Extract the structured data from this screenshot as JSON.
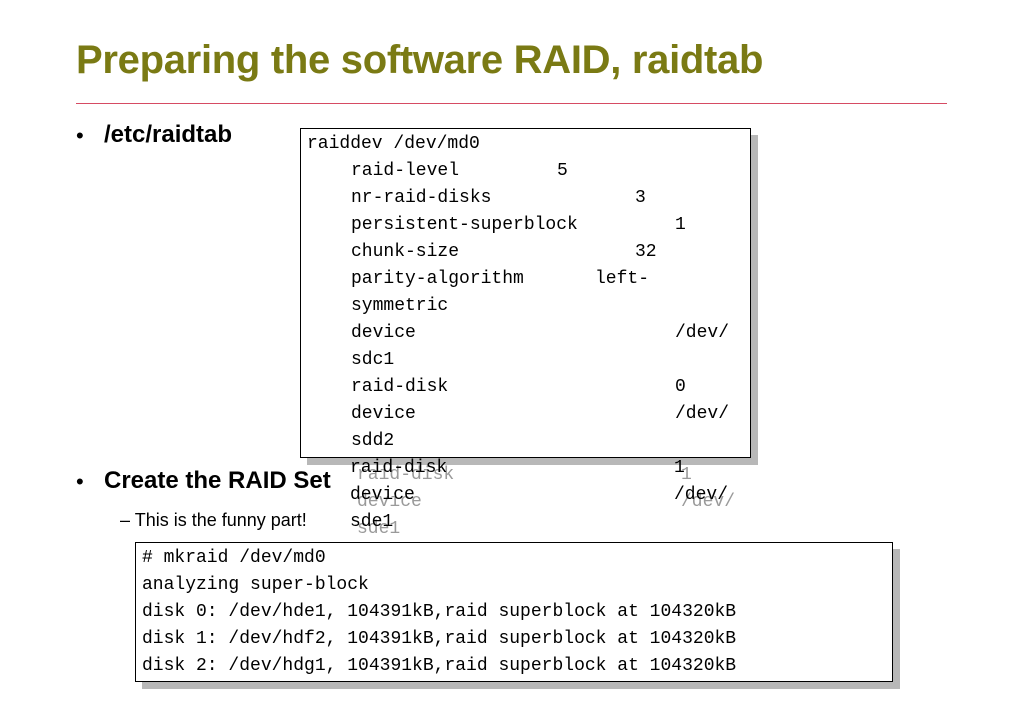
{
  "slide": {
    "title": "Preparing the software RAID, raidtab",
    "bullets": [
      {
        "text": "/etc/raidtab"
      },
      {
        "text": "Create the RAID Set"
      }
    ],
    "sub_bullet_dash": "–",
    "sub_bullet": "This is the funny part!"
  },
  "raidtab": {
    "lines": [
      {
        "k": "raiddev /dev/md0",
        "v": ""
      },
      {
        "k": "raid-level",
        "v": "5"
      },
      {
        "k": "nr-raid-disks",
        "v": "3"
      },
      {
        "k": "persistent-superblock",
        "v": "1"
      },
      {
        "k": "chunk-size",
        "v": "32"
      },
      {
        "k": "parity-algorithm",
        "v": "left-"
      },
      {
        "k": "symmetric",
        "v": ""
      },
      {
        "k": "device",
        "v": "/dev/"
      },
      {
        "k": "sdc1",
        "v": ""
      },
      {
        "k": "raid-disk",
        "v": "0"
      },
      {
        "k": "device",
        "v": "/dev/"
      },
      {
        "k": "sdd2",
        "v": ""
      }
    ],
    "overflow": [
      {
        "k": "raid-disk",
        "v": "1"
      },
      {
        "k": "device",
        "v": "/dev/"
      },
      {
        "k": "sde1",
        "v": ""
      }
    ]
  },
  "mkraid": {
    "lines": [
      "# mkraid /dev/md0",
      "analyzing super-block",
      "disk 0: /dev/hde1, 104391kB,raid superblock at 104320kB",
      "disk 1: /dev/hdf2, 104391kB,raid superblock at 104320kB",
      "disk 2: /dev/hdg1, 104391kB,raid superblock at 104320kB"
    ]
  }
}
